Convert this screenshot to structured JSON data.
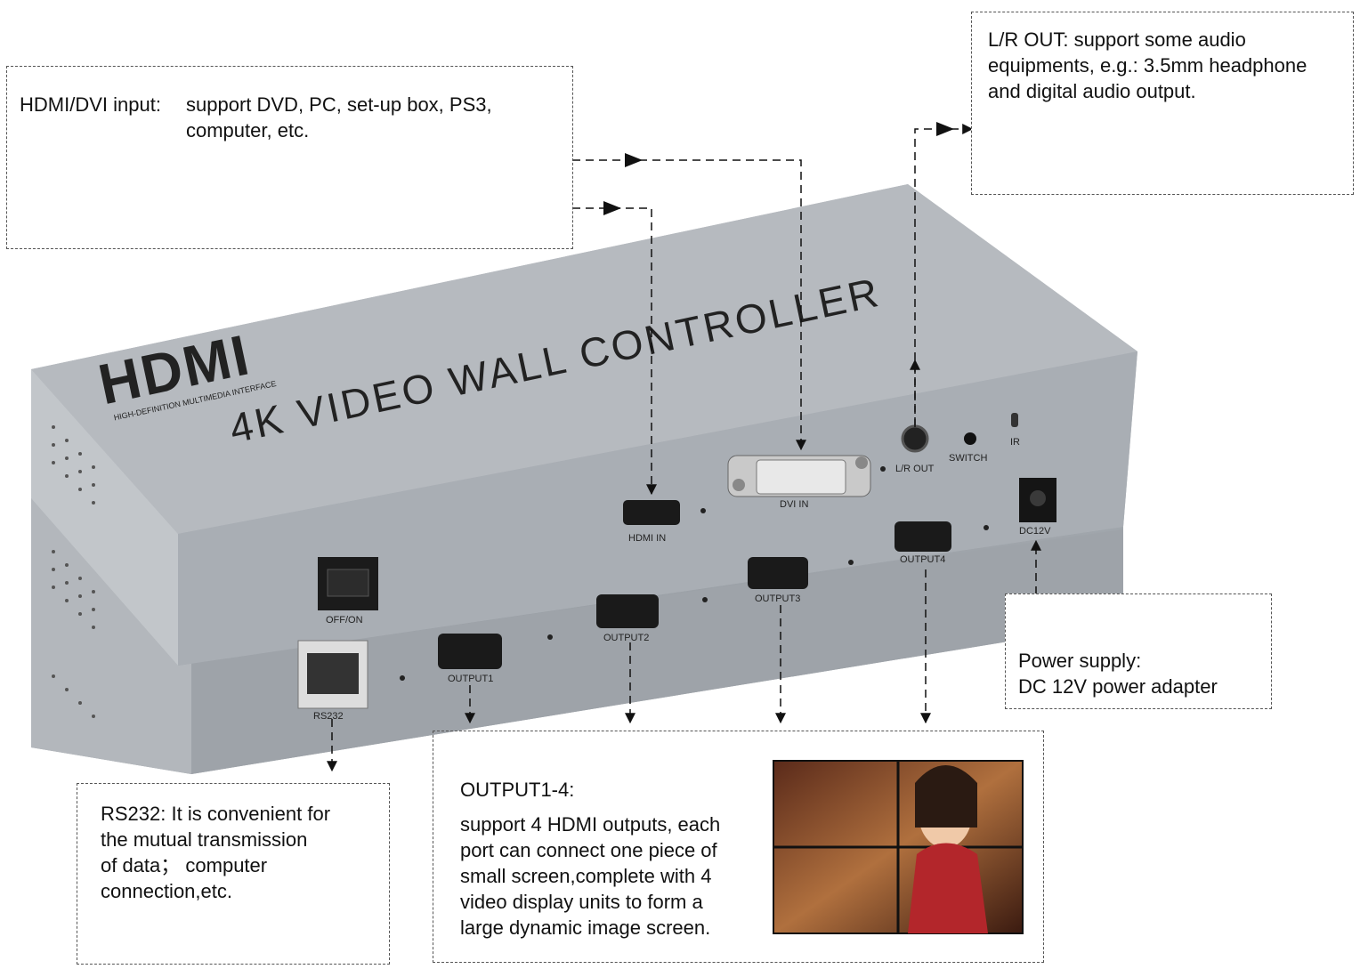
{
  "hdmi_input": {
    "label": "HDMI/DVI input:",
    "line1": "support DVD, PC, set-up box, PS3,",
    "line2": "computer, etc."
  },
  "audio_out": {
    "line1": "L/R OUT: support some audio",
    "line2": "equipments, e.g.: 3.5mm headphone",
    "line3": "and digital audio output."
  },
  "power": {
    "line1": "Power supply:",
    "line2": "DC 12V power adapter"
  },
  "rs232": {
    "line1": "RS232: It is convenient for",
    "line2": "the mutual transmission",
    "line3": "of data； computer",
    "line4": "connection,etc."
  },
  "outputs": {
    "title": "OUTPUT1-4:",
    "line1": "support 4 HDMI outputs, each",
    "line2": "port can connect one piece of",
    "line3": "small screen,complete with 4",
    "line4": "video display units to form a",
    "line5": "large dynamic image screen."
  },
  "device": {
    "logo": "HDMI",
    "logo_sub": "HIGH-DEFINITION MULTIMEDIA INTERFACE",
    "title": "4K VIDEO WALL CONTROLLER",
    "ports": {
      "hdmi_in": "HDMI IN",
      "dvi_in": "DVI IN",
      "lr_out": "L/R OUT",
      "switch": "SWITCH",
      "ir": "IR",
      "dc12v": "DC12V",
      "power_switch": "OFF/ON",
      "rs232": "RS232",
      "output1": "OUTPUT1",
      "output2": "OUTPUT2",
      "output3": "OUTPUT3",
      "output4": "OUTPUT4"
    }
  }
}
